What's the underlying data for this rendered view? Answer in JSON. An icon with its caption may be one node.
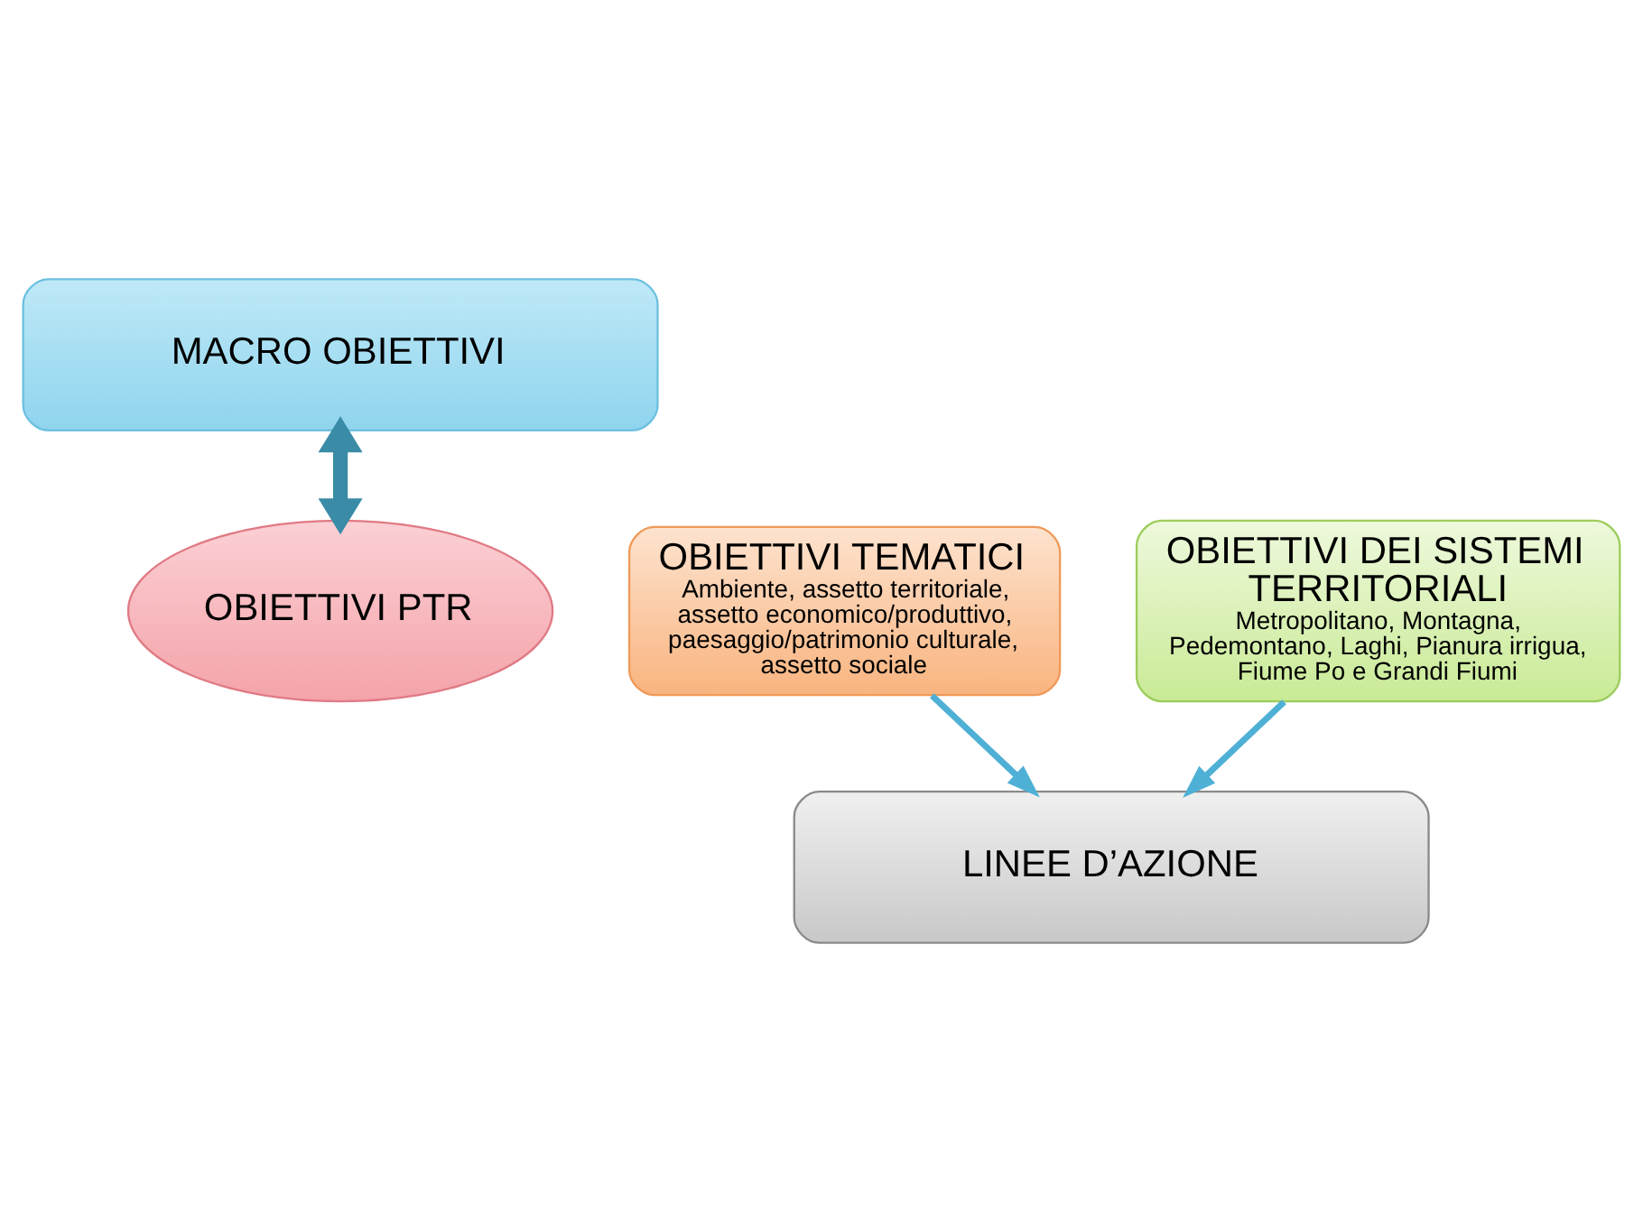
{
  "diagram": {
    "nodes": [
      {
        "text": [
          "MACRO OBIETTIVI"
        ]
      },
      {
        "text": [
          "OBIETTIVI PTR"
        ]
      },
      {
        "text": [
          "OBIETTIVI TEMATICI",
          "Ambiente, assetto territoriale, assetto economico/produttivo, paesaggio/patrimonio culturale, assetto sociale"
        ]
      },
      {
        "text": [
          "OBIETTIVI DEI SISTEMI TERRITORIALI",
          "Metropolitano, Montagna, Pedemontano, Laghi, Pianura irrigua, Fiume Po e Grandi Fiumi"
        ]
      },
      {
        "text": [
          "LINEE D’AZIONE"
        ]
      }
    ],
    "edges": [
      {
        "from": 0,
        "to": 1,
        "arrow": "both",
        "style": "thick",
        "color": "#3a8ca6"
      },
      {
        "from": 2,
        "to": 4,
        "arrow": "to"
      },
      {
        "from": 3,
        "to": 4,
        "arrow": "to"
      }
    ]
  }
}
